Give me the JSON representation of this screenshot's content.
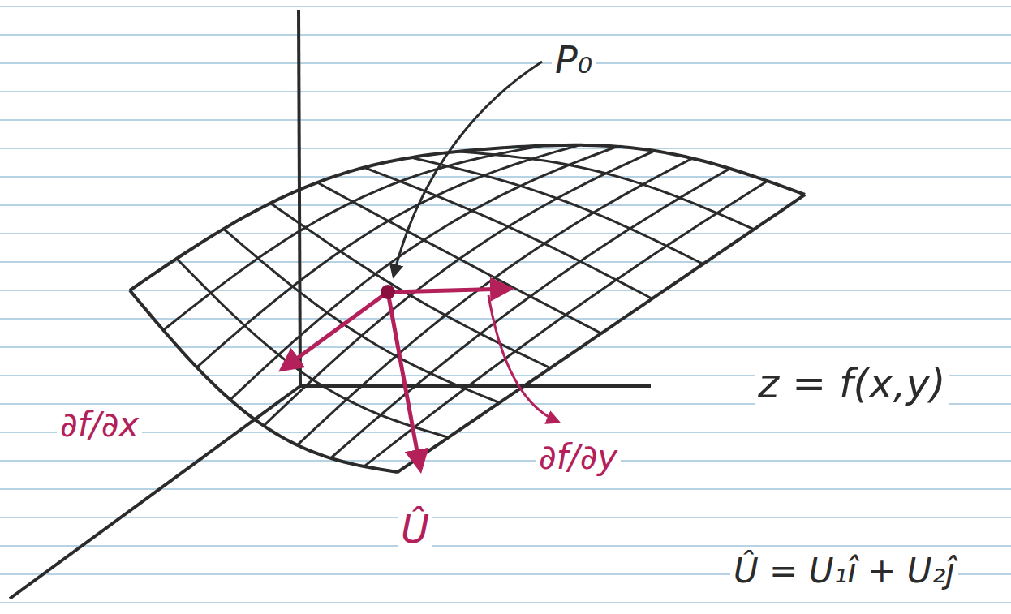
{
  "diagram": {
    "labels": [
      "P₀",
      "∂f/∂x",
      "∂f/∂y",
      "Û",
      "z = f(x,y)",
      "Û = U₁î + U₂ĵ"
    ]
  }
}
